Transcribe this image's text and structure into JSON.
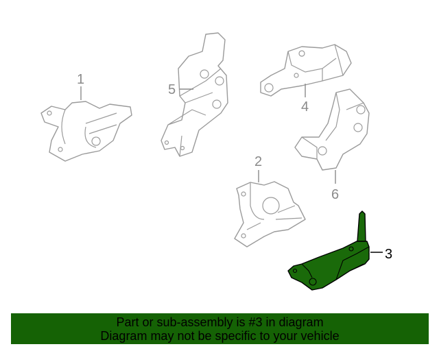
{
  "diagram": {
    "callouts": [
      {
        "number": "1",
        "highlighted": false
      },
      {
        "number": "2",
        "highlighted": false
      },
      {
        "number": "3",
        "highlighted": true
      },
      {
        "number": "4",
        "highlighted": false
      },
      {
        "number": "5",
        "highlighted": false
      },
      {
        "number": "6",
        "highlighted": false
      }
    ],
    "highlight_color": "#1a6a0a",
    "line_color": "#9a9a9a"
  },
  "banner": {
    "line1": "Part or sub-assembly is #3 in diagram",
    "line2": "Diagram may not be specific to your vehicle",
    "background": "#156205"
  }
}
